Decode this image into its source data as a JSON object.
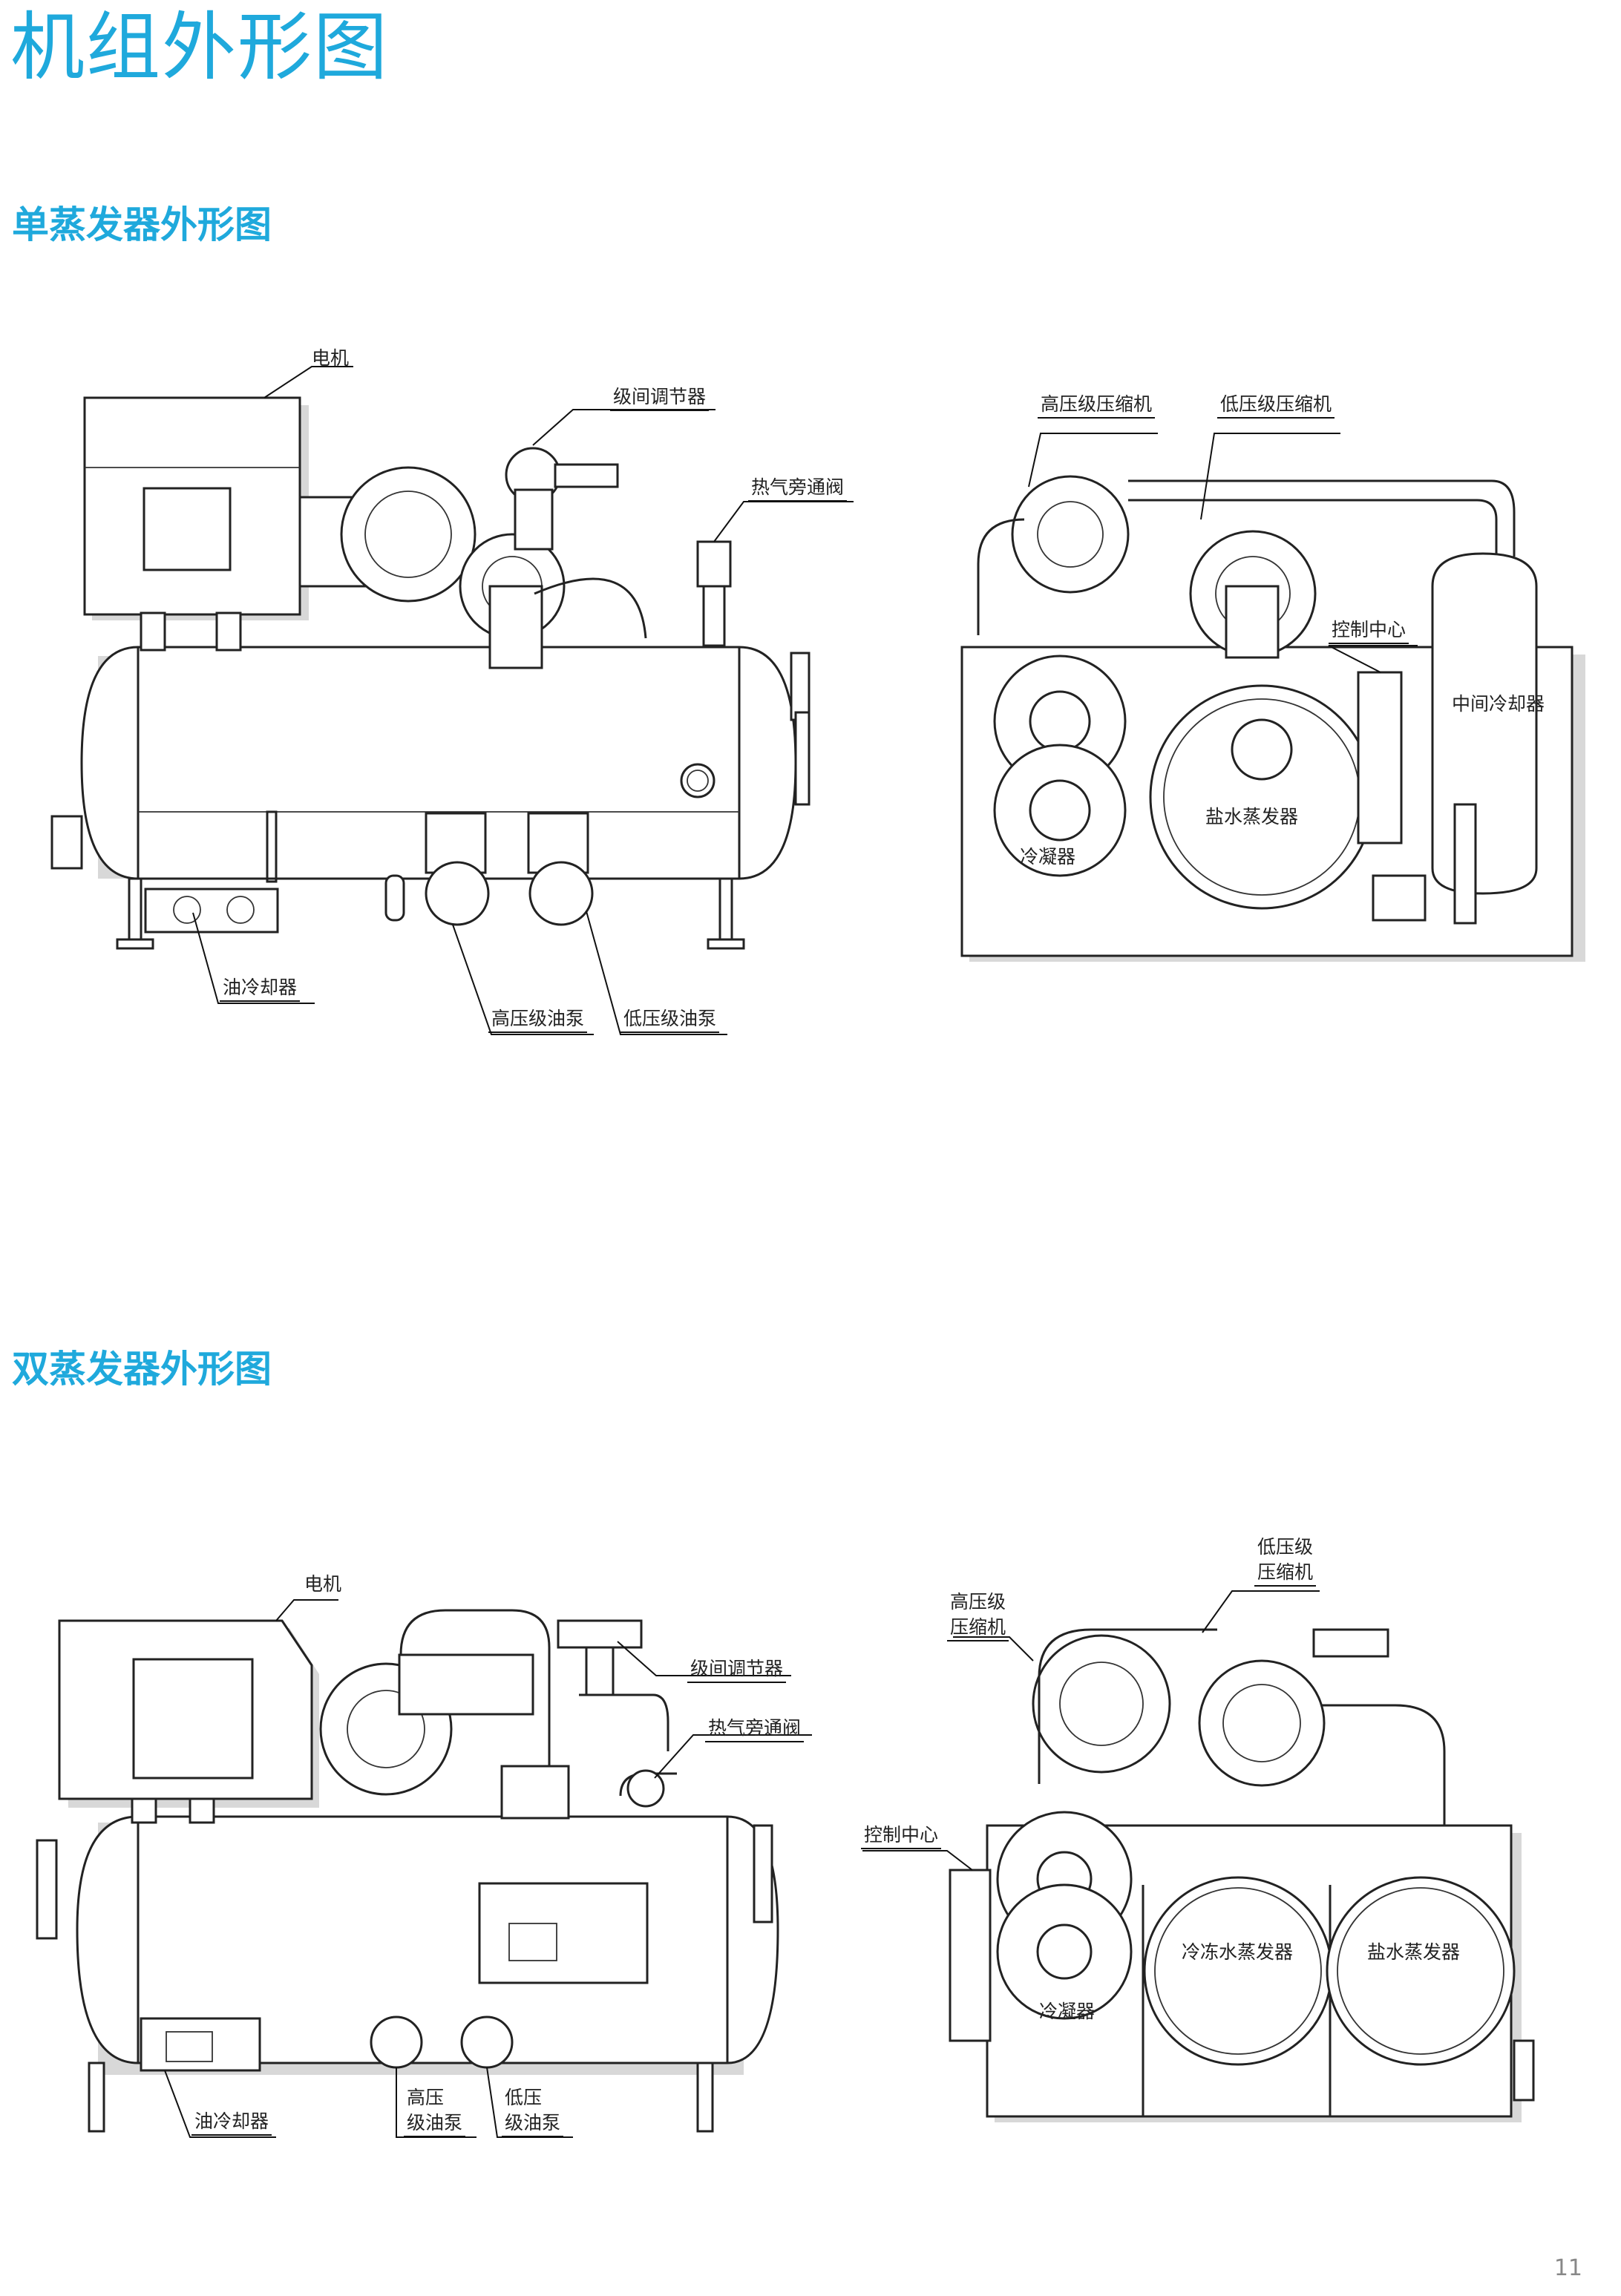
{
  "page_title": "机组外形图",
  "page_number": "11",
  "section_single": {
    "title": "单蒸发器外形图",
    "labels": {
      "motor": "电机",
      "interstage_regulator": "级间调节器",
      "hot_gas_bypass": "热气旁通阀",
      "oil_cooler": "油冷却器",
      "hp_oil_pump": "高压级油泵",
      "lp_oil_pump": "低压级油泵",
      "hp_compressor": "高压级压缩机",
      "lp_compressor": "低压级压缩机",
      "control_center": "控制中心",
      "intermediate_cooler": "中间冷却器",
      "brine_evaporator": "盐水蒸发器",
      "condenser": "冷凝器"
    }
  },
  "section_dual": {
    "title": "双蒸发器外形图",
    "labels": {
      "motor": "电机",
      "interstage_regulator": "级间调节器",
      "hot_gas_bypass": "热气旁通阀",
      "oil_cooler": "油冷却器",
      "hp_oil_pump_line1": "高压",
      "hp_oil_pump_line2": "级油泵",
      "lp_oil_pump_line1": "低压",
      "lp_oil_pump_line2": "级油泵",
      "hp_compressor_line1": "高压级",
      "hp_compressor_line2": "压缩机",
      "lp_compressor_line1": "低压级",
      "lp_compressor_line2": "压缩机",
      "control_center": "控制中心",
      "chilled_water_evaporator": "冷冻水蒸发器",
      "brine_evaporator": "盐水蒸发器",
      "condenser": "冷凝器"
    }
  }
}
